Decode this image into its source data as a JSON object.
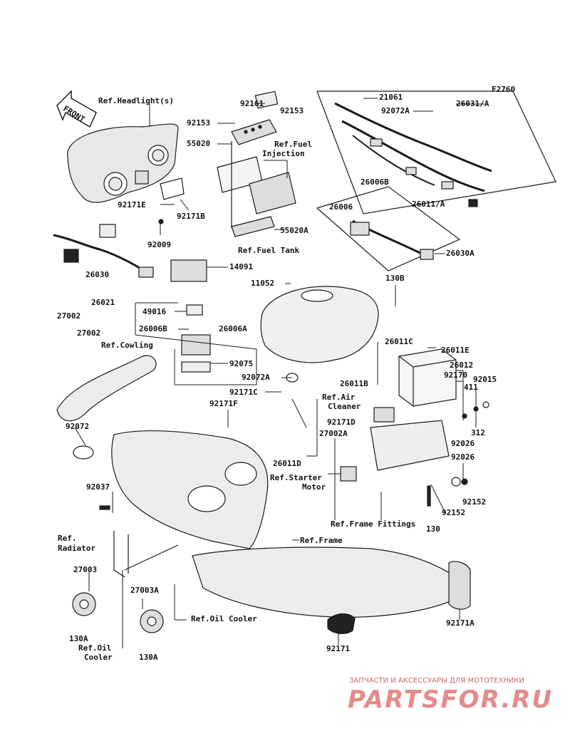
{
  "diagram_id": "F2760",
  "front_arrow": "FRONT",
  "labels": {
    "ref_headlight": "Ref.Headlight(s)",
    "p92161": "92161",
    "p92153_a": "92153",
    "p92153_b": "92153",
    "p55020": "55020",
    "ref_fuel_injection_1": "Ref.Fuel",
    "ref_fuel_injection_2": "Injection",
    "p55020a": "55020A",
    "p92171e": "92171E",
    "p92171b": "92171B",
    "p92009": "92009",
    "p21061": "21061",
    "p92072a_top": "92072A",
    "p26031a": "26031/A",
    "p26006b_top": "26006B",
    "p26011a": "26011/A",
    "p26006": "26006",
    "p26030a": "26030A",
    "p26030": "26030",
    "ref_fuel_tank": "Ref.Fuel Tank",
    "p14091": "14091",
    "p11052": "11052",
    "p130b": "130B",
    "p26021": "26021",
    "p49016": "49016",
    "p26006b": "26006B",
    "p26006a": "26006A",
    "p27002_a": "27002",
    "p27002_b": "27002",
    "ref_cowling": "Ref.Cowling",
    "p26011c": "26011C",
    "p26011e": "26011E",
    "p26012": "26012",
    "p92075": "92075",
    "p92072a_mid": "92072A",
    "p92170": "92170",
    "p92015": "92015",
    "p26011b": "26011B",
    "p411": "411",
    "p92171c": "92171C",
    "ref_air_cleaner_1": "Ref.Air",
    "ref_air_cleaner_2": "Cleaner",
    "p92171f": "92171F",
    "p92171d": "92171D",
    "p312": "312",
    "p92072": "92072",
    "p27002a": "27002A",
    "p92026_a": "92026",
    "p92026_b": "92026",
    "p26011d": "26011D",
    "ref_starter_1": "Ref.Starter",
    "ref_starter_2": "Motor",
    "p92037": "92037",
    "p92152_a": "92152",
    "p92152_b": "92152",
    "ref_frame_fittings": "Ref.Frame Fittings",
    "p130": "130",
    "ref_radiator_1": "Ref.",
    "ref_radiator_2": "Radiator",
    "ref_frame": "Ref.Frame",
    "p27003": "27003",
    "p27003a": "27003A",
    "ref_oil_cooler": "Ref.Oil Cooler",
    "p130a_a": "130A",
    "ref_oil_cooler2_1": "Ref.Oil",
    "ref_oil_cooler2_2": "Cooler",
    "p130a_b": "130A",
    "p92171": "92171",
    "p92171a": "92171A"
  },
  "watermark": {
    "caption": "ЗАПЧАСТИ И АКСЕССУАРЫ ДЛЯ МОТОТЕХНИКИ",
    "logo": "PARTSFOR.RU"
  }
}
